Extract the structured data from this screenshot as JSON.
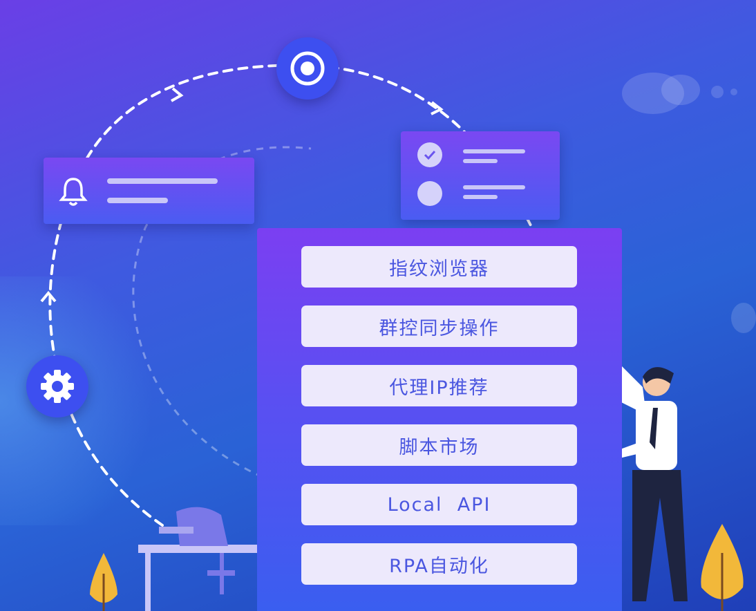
{
  "features": [
    {
      "label": "指纹浏览器"
    },
    {
      "label": "群控同步操作"
    },
    {
      "label": "代理IP推荐"
    },
    {
      "label": "脚本市场"
    },
    {
      "label": "Local  API"
    },
    {
      "label": "RPA自动化"
    }
  ],
  "icons": {
    "top": "target-icon",
    "left": "bell-icon",
    "bottom": "gear-icon",
    "checklist": "check-icon"
  },
  "colors": {
    "panel_top": "#7b3ff2",
    "panel_bottom": "#3a5ef0",
    "button_bg": "#ede9fc",
    "button_text": "#4a56e0",
    "tree": "#f2b83a"
  }
}
